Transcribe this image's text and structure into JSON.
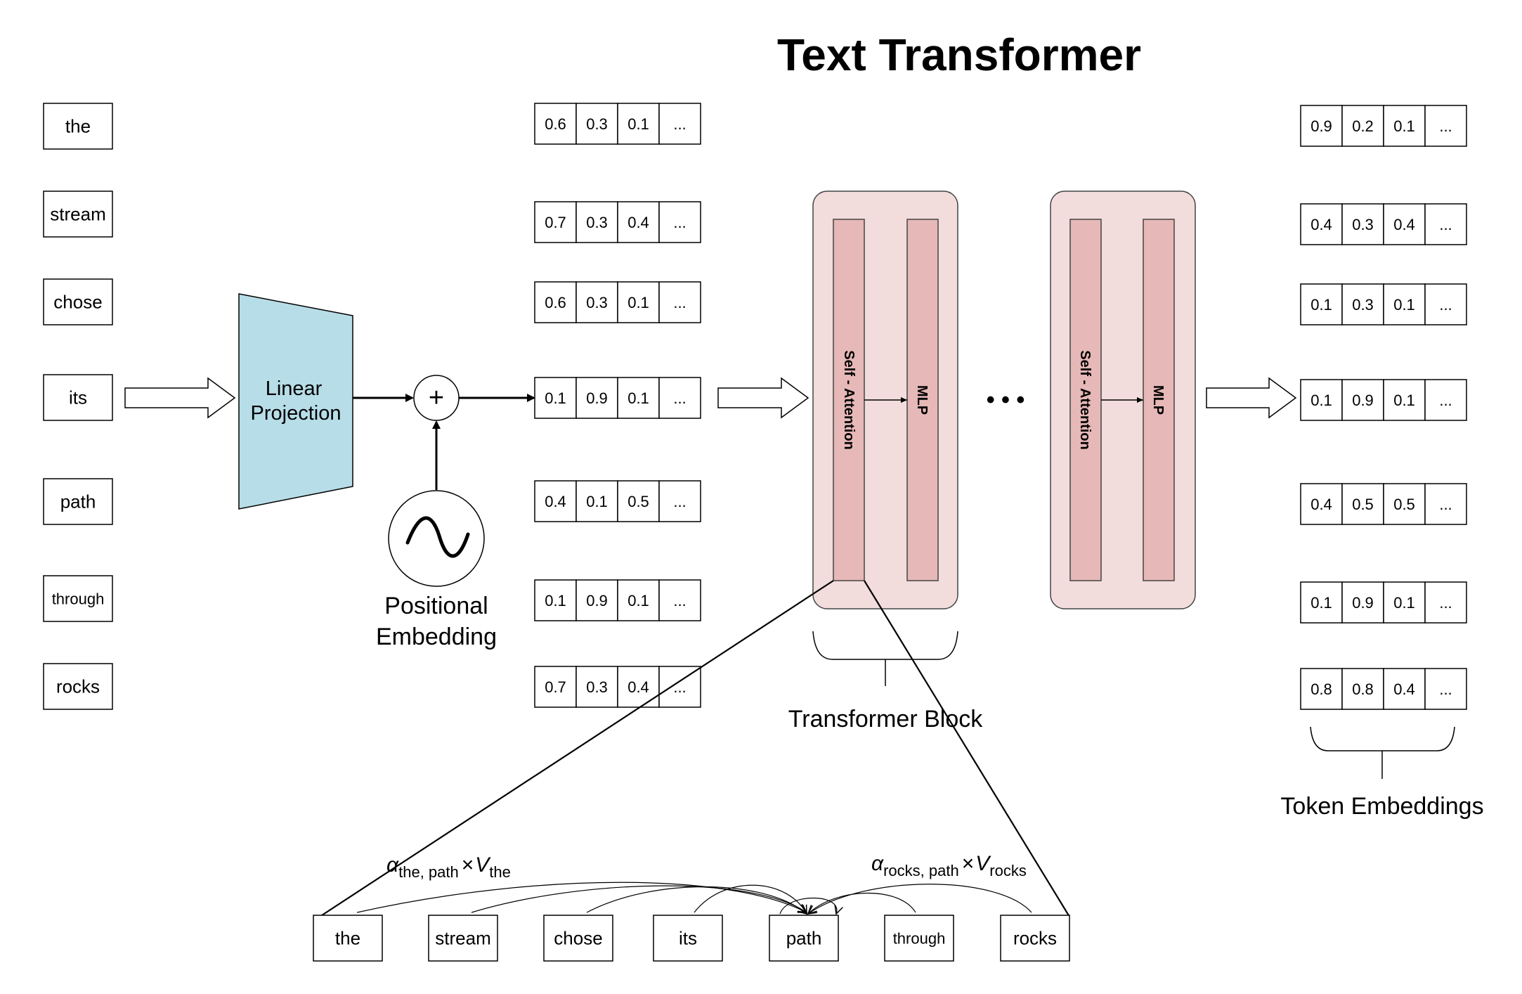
{
  "title": "Text Transformer",
  "input_tokens": [
    "the",
    "stream",
    "chose",
    "its",
    "path",
    "through",
    "rocks"
  ],
  "linear_projection": {
    "line1": "Linear",
    "line2": "Projection"
  },
  "positional_embedding": {
    "line1": "Positional",
    "line2": "Embedding",
    "plus_symbol": "+"
  },
  "input_embeddings": [
    [
      "0.6",
      "0.3",
      "0.1",
      "..."
    ],
    [
      "0.7",
      "0.3",
      "0.4",
      "..."
    ],
    [
      "0.6",
      "0.3",
      "0.1",
      "..."
    ],
    [
      "0.1",
      "0.9",
      "0.1",
      "..."
    ],
    [
      "0.4",
      "0.1",
      "0.5",
      "..."
    ],
    [
      "0.1",
      "0.9",
      "0.1",
      "..."
    ],
    [
      "0.7",
      "0.3",
      "0.4",
      "..."
    ]
  ],
  "transformer_block": {
    "self_attention_label": "Self - Attention",
    "mlp_label": "MLP",
    "ellipsis": "• • •",
    "caption": "Transformer Block"
  },
  "output_embeddings": [
    [
      "0.9",
      "0.2",
      "0.1",
      "..."
    ],
    [
      "0.4",
      "0.3",
      "0.4",
      "..."
    ],
    [
      "0.1",
      "0.3",
      "0.1",
      "..."
    ],
    [
      "0.1",
      "0.9",
      "0.1",
      "..."
    ],
    [
      "0.4",
      "0.5",
      "0.5",
      "..."
    ],
    [
      "0.1",
      "0.9",
      "0.1",
      "..."
    ],
    [
      "0.8",
      "0.8",
      "0.4",
      "..."
    ]
  ],
  "token_embeddings_caption": "Token Embeddings",
  "attention_detail": {
    "tokens": [
      "the",
      "stream",
      "chose",
      "its",
      "path",
      "through",
      "rocks"
    ],
    "left_formula": {
      "alpha": "α",
      "alpha_sub": "the, path",
      "times": "×",
      "v": "V",
      "v_sub": "the"
    },
    "right_formula": {
      "alpha": "α",
      "alpha_sub": "rocks, path",
      "times": "×",
      "v": "V",
      "v_sub": "rocks"
    }
  },
  "colors": {
    "projection_fill": "#b7dde8",
    "block_fill": "#f2dcdc",
    "block_border": "#444444",
    "sublayer_fill": "#e6b8b7"
  }
}
